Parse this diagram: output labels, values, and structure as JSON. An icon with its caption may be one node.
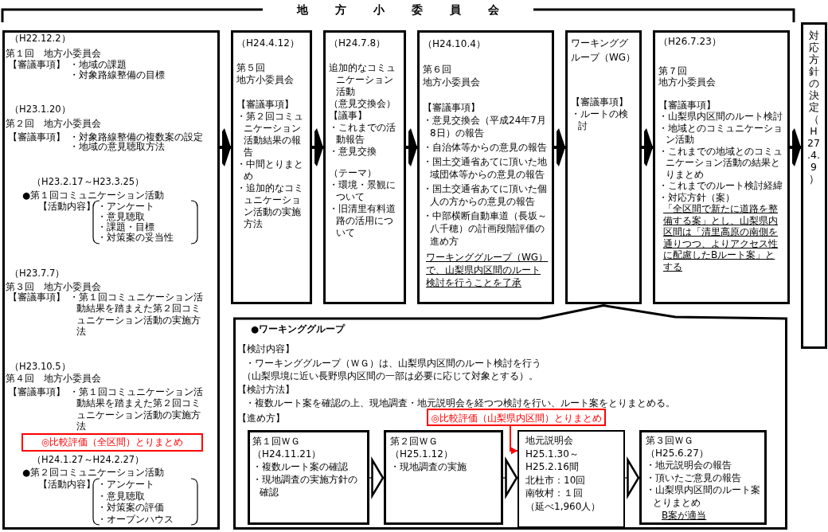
{
  "diagram": {
    "title": "地方小委員会",
    "nodes": [
      {
        "text": [
          "（H22.12.2）",
          "第１回　地方小委員会",
          "【審議事項】",
          "・地域の課題",
          "・対象路線整備の目標",
          "（H23.1.20）",
          "第２回　地方小委員会",
          "【審議事項】",
          "・対象路線整備の複数案の設定",
          "・地域の意見聴取方法",
          "（H23.2.17～H23.3.25）",
          "●第１回コミュニケーション活動",
          "【活動内容】",
          "・アンケート",
          "・意見聴取",
          "・課題・目標",
          "・対策案の妥当性",
          "（H23.7.7）",
          "第３回　地方小委員会",
          "【審議事項】",
          "・第１回コミュニケーション活動結果を踏まえた第２回コミュニケーション活動の実施方法",
          "（H23.10.5）",
          "第４回　地方小委員会",
          "【審議事項】",
          "・第１回コミュニケーション活動結果を踏まえた第２回コミュニケーション活動の実施方法",
          "（H24.1.27～H24.2.27）",
          "●第２回コミュニケーション活動",
          "【活動内容】",
          "・アンケート",
          "・意見聴取",
          "・対策案の評価",
          "・オープンハウス"
        ]
      },
      {
        "text": [
          "◎比較評価（全区間）とりまとめ"
        ],
        "in": 0
      },
      {
        "text": [
          "（H24.4.12）",
          "第５回",
          "地方小委員会",
          "【審議事項】",
          "・第２回コミュニケーション活動結果の報告",
          "・中間とりまとめ",
          "・追加的なコミュニケーション活動の実施方法"
        ]
      },
      {
        "text": [
          "（H24.7.8）",
          "追加的なコミュニケーション活動",
          "（意見交換会）",
          "【議事】",
          "・これまでの活動報告",
          "・意見交換",
          "（テーマ）",
          "・環境・景観について",
          "・旧清里有料道路の活用について"
        ]
      },
      {
        "text": [
          "（H24.10.4）",
          "第６回",
          "地方小委員会",
          "【審議事項】",
          "・意見交換会（平成24年7月8日）の報告",
          "・自治体等からの意見の報告",
          "・国土交通省あてに頂いた地域団体等からの意見の報告",
          "・国土交通省あてに頂いた個人の方からの意見の報告",
          "・中部横断自動車道（長坂～八千穂）の計画段階評価の進め方",
          "ワーキンググループ（WG）で、山梨県内区間のルート検討を行うことを了承"
        ]
      },
      {
        "text": [
          "ワーキンググループ（WG）",
          "【審議事項】",
          "・ルートの検討"
        ]
      },
      {
        "text": [
          "（H26.7.23）",
          "第７回",
          "地方小委員会",
          "【審議事項】",
          "・山梨県内区間のルート検討",
          "・地域とのコミュニケーション活動",
          "・これまでの地域とのコミュニケーション活動の結果とりまとめ",
          "・これまでのルート検討経緯",
          "・対応方針（案）",
          "「全区間で新たに道路を整備する案」とし、山梨県内区間は「清里高原の南側を通りつつ、よりアクセス性に配慮したBルート案」とする"
        ]
      },
      {
        "text": [
          "対応方針の決定（H27.4.9）"
        ]
      },
      {
        "text": [
          "●ワーキンググループ",
          "【検討内容】",
          "・ワーキンググループ（ＷＧ）は、山梨県内区間のルート検討を行う",
          "（山梨県境に近い長野県内区間の一部は必要に応じて対象とする）。",
          "【検討方法】",
          "・複数ルート案を確認の上、現地調査・地元説明会を経つつ検討を行い、ルート案をとりまとめる。",
          "【進め方】"
        ]
      },
      {
        "text": [
          "◎比較評価（山梨県内区間）とりまとめ"
        ],
        "in": 8
      },
      {
        "text": [
          "第１回ＷＧ",
          "（H24.11.21）",
          "・複数ルート案の確認",
          "・現地調査の実施方針の確認"
        ],
        "in": 8
      },
      {
        "text": [
          "第２回ＷＧ",
          "（H25.1.12）",
          "・現地調査の実施"
        ],
        "in": 8
      },
      {
        "text": [
          "地元説明会",
          "H25.1.30～",
          "H25.2.16間",
          "北杜市：10回",
          "南牧村：１回",
          "（延べ1,960人）"
        ],
        "in": 8
      },
      {
        "text": [
          "第３回ＷＧ",
          "（H25.6.27）",
          "・地元説明会の報告",
          "・頂いたご意見の報告",
          "・山梨県内区間のルート案とりまとめ",
          "B案が適当"
        ],
        "in": 8
      }
    ],
    "edges": [
      {
        "from": 0,
        "to": 2,
        "arrow": "to"
      },
      {
        "from": 2,
        "to": 3,
        "arrow": "to"
      },
      {
        "from": 3,
        "to": 4,
        "arrow": "to"
      },
      {
        "from": 4,
        "to": 5,
        "arrow": "to"
      },
      {
        "from": 5,
        "to": 6,
        "arrow": "to"
      },
      {
        "from": 6,
        "to": 7,
        "arrow": "to"
      },
      {
        "from": 10,
        "to": 11,
        "arrow": "to"
      },
      {
        "from": 11,
        "to": 12,
        "arrow": "to"
      },
      {
        "from": 12,
        "to": 13,
        "arrow": "to"
      },
      {
        "from": 9,
        "to": 12,
        "arrow": "to",
        "color": "#ff0000"
      }
    ]
  }
}
